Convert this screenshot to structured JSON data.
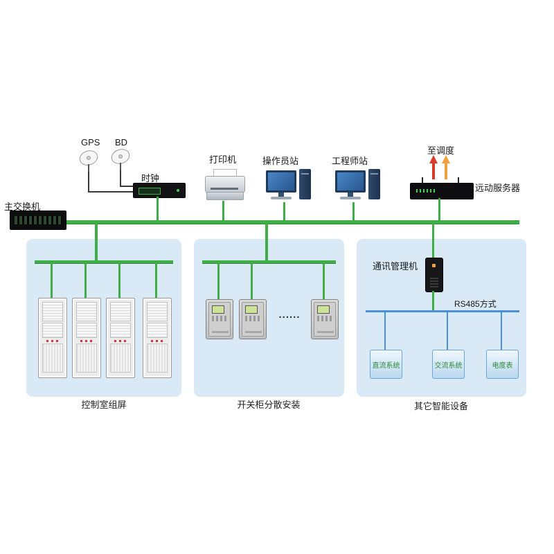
{
  "nodes": {
    "gps": {
      "label": "GPS"
    },
    "bd": {
      "label": "BD"
    },
    "clock": {
      "label": "时钟"
    },
    "printer": {
      "label": "打印机"
    },
    "operator": {
      "label": "操作员站"
    },
    "engineer": {
      "label": "工程师站"
    },
    "dispatch": {
      "label": "至调度"
    },
    "remote_server": {
      "label": "远动服务器"
    },
    "main_switch": {
      "label": "主交换机"
    },
    "comm_manager": {
      "label": "通讯管理机"
    },
    "rs485": {
      "label": "RS485方式"
    },
    "dots": {
      "label": "......"
    }
  },
  "groups": [
    {
      "label": "控制室组屏"
    },
    {
      "label": "开关柜分散安装"
    },
    {
      "label": "其它智能设备"
    }
  ],
  "devices": [
    {
      "label": "直流系统"
    },
    {
      "label": "交流系统"
    },
    {
      "label": "电度表"
    }
  ],
  "colors": {
    "bus_green": "#3fae47",
    "rs485_blue": "#4a90d9",
    "panel_bg": "#d9e9f5",
    "arrow_red": "#d93a2b",
    "arrow_orange": "#f2a03d"
  }
}
